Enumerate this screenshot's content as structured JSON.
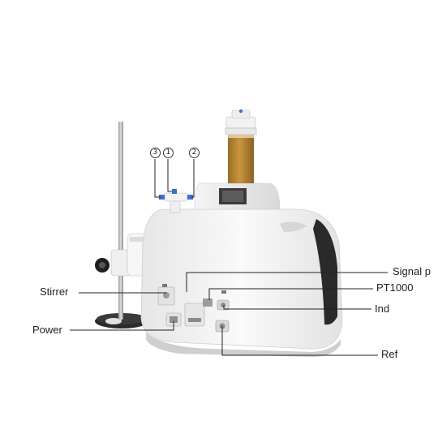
{
  "callouts": {
    "signal": "Signal p",
    "pt1000": "PT1000",
    "stirrer": "Stirrer",
    "ind": "Ind",
    "power": "Power",
    "ref": "Ref"
  },
  "port_numbers": {
    "p3": "3",
    "p1": "1",
    "p2": "2"
  },
  "colors": {
    "body": "#f2f2f2",
    "reagent": "#b88735",
    "connector_blue": "#3a6fd8",
    "line": "#222222"
  },
  "icons": {
    "stand": "stand-rod",
    "bottle": "reagent-bottle"
  }
}
